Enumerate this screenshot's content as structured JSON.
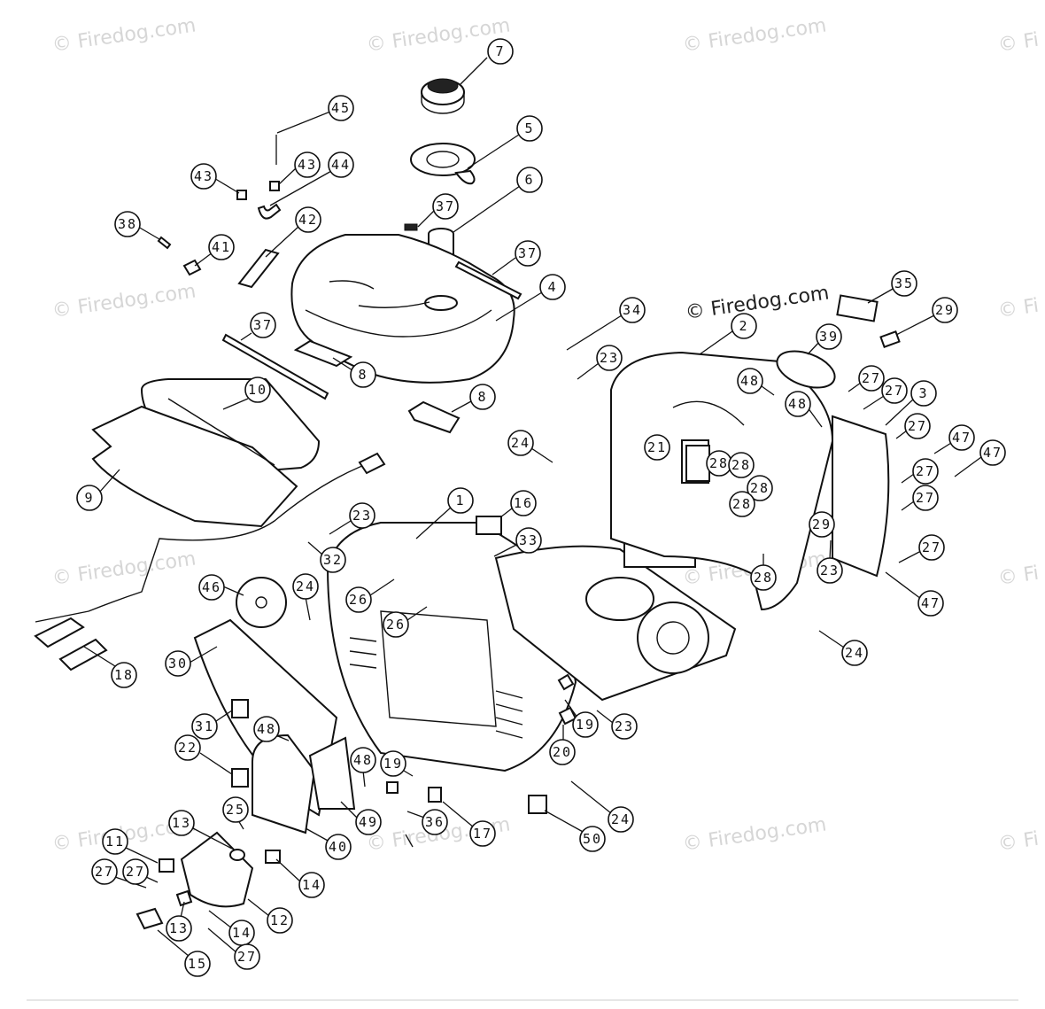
{
  "watermark": {
    "text": "© Firedog.com",
    "main_text": "© Firedog.com",
    "edge_text": "© Fi"
  },
  "callouts": [
    "7",
    "45",
    "5",
    "43",
    "43",
    "44",
    "6",
    "37",
    "38",
    "42",
    "41",
    "37",
    "4",
    "37",
    "8",
    "10",
    "8",
    "34",
    "23",
    "2",
    "35",
    "29",
    "39",
    "48",
    "48",
    "27",
    "27",
    "3",
    "27",
    "47",
    "47",
    "27",
    "27",
    "9",
    "24",
    "21",
    "28",
    "28",
    "28",
    "28",
    "1",
    "16",
    "23",
    "32",
    "33",
    "28",
    "29",
    "23",
    "27",
    "47",
    "46",
    "24",
    "26",
    "26",
    "18",
    "30",
    "24",
    "31",
    "48",
    "19",
    "23",
    "22",
    "48",
    "19",
    "20",
    "25",
    "49",
    "40",
    "36",
    "17",
    "24",
    "50",
    "13",
    "11",
    "27",
    "27",
    "14",
    "12",
    "13",
    "14",
    "15",
    "27"
  ]
}
